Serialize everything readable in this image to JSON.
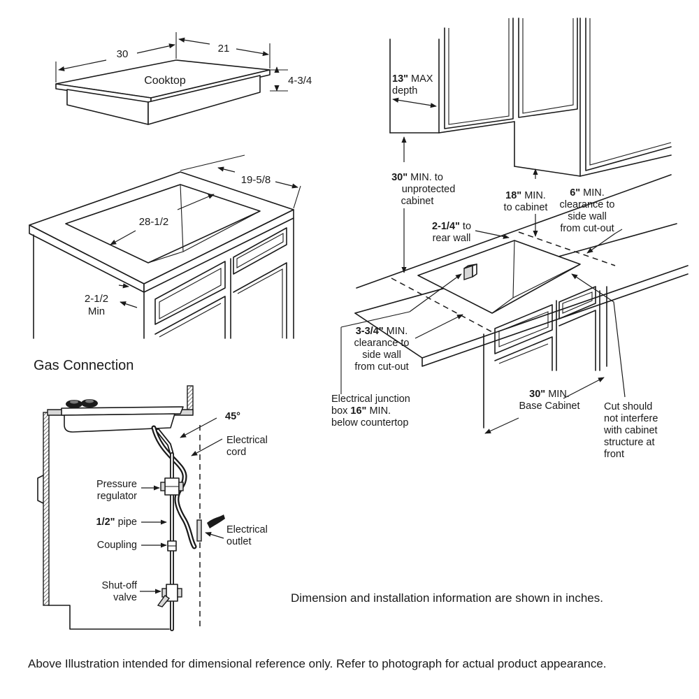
{
  "cooktop": {
    "label": "Cooktop",
    "width": "30",
    "depth": "21",
    "height": "4-3/4"
  },
  "cutout": {
    "width": "28-1/2",
    "depth": "19-5/8",
    "front_min_value": "2-1/2",
    "front_min_unit": "Min"
  },
  "gas": {
    "title": "Gas Connection",
    "angle": "45°",
    "electrical_cord_1": "Electrical",
    "electrical_cord_2": "cord",
    "pressure_regulator_1": "Pressure",
    "pressure_regulator_2": "regulator",
    "pipe_bold": "1/2\"",
    "pipe_text": " pipe",
    "coupling": "Coupling",
    "shutoff_1": "Shut-off",
    "shutoff_2": "valve",
    "outlet_1": "Electrical",
    "outlet_2": "outlet"
  },
  "clearances": {
    "max_depth_bold": "13\"",
    "max_depth_text": " MAX",
    "max_depth_2": "depth",
    "unprotected_bold": "30\"",
    "unprotected_text": " MIN. to",
    "unprotected_2": "unprotected",
    "unprotected_3": "cabinet",
    "to_cabinet_bold": "18\"",
    "to_cabinet_text": " MIN.",
    "to_cabinet_2": "to cabinet",
    "side_right_bold": "6\"",
    "side_right_text": " MIN.",
    "side_right_2": "clearance to",
    "side_right_3": "side wall",
    "side_right_4": "from cut-out",
    "rear_wall_bold": "2-1/4\"",
    "rear_wall_text": " to",
    "rear_wall_2": "rear wall",
    "side_left_bold": "3-3/4\"",
    "side_left_text": " MIN.",
    "side_left_2": "clearance to",
    "side_left_3": "side wall",
    "side_left_4": "from cut-out",
    "junction_1": "Electrical junction",
    "junction_2_pre": "box ",
    "junction_2_bold": "16\"",
    "junction_2_post": " MIN.",
    "junction_3": "below countertop",
    "base_bold": "30\"",
    "base_text": " MIN.",
    "base_2": "Base Cabinet",
    "cut_1": "Cut should",
    "cut_2": "not interfere",
    "cut_3": "with cabinet",
    "cut_4": "structure at",
    "cut_5": "front"
  },
  "notes": {
    "units": "Dimension and installation information are shown in inches.",
    "footer": "Above Illustration intended for dimensional reference only. Refer to photograph for actual product appearance."
  }
}
